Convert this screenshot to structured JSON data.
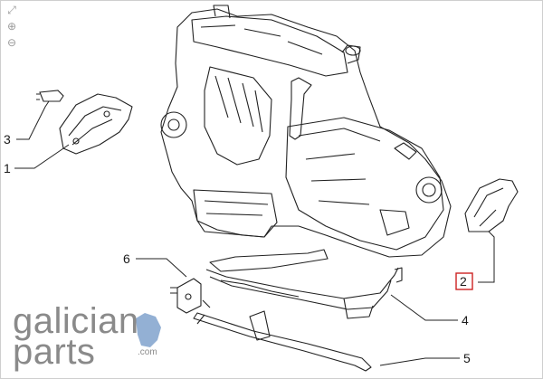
{
  "toolbar": {
    "items": [
      {
        "name": "expand-icon",
        "glyph": "⤢"
      },
      {
        "name": "zoom-in-icon",
        "glyph": "⊕"
      },
      {
        "name": "zoom-out-icon",
        "glyph": "⊖"
      }
    ]
  },
  "callouts": [
    {
      "label": "1"
    },
    {
      "label": "2",
      "highlighted": true,
      "highlight_color": "#cc2222"
    },
    {
      "label": "3"
    },
    {
      "label": "4"
    },
    {
      "label": "5"
    },
    {
      "label": "6"
    }
  ],
  "logo": {
    "line1": "galician",
    "line2": "parts",
    "suffix": ".com"
  },
  "colors": {
    "line": "#222222",
    "logo": "#8a8a8a",
    "logo_accent": "#3a6fb0"
  }
}
